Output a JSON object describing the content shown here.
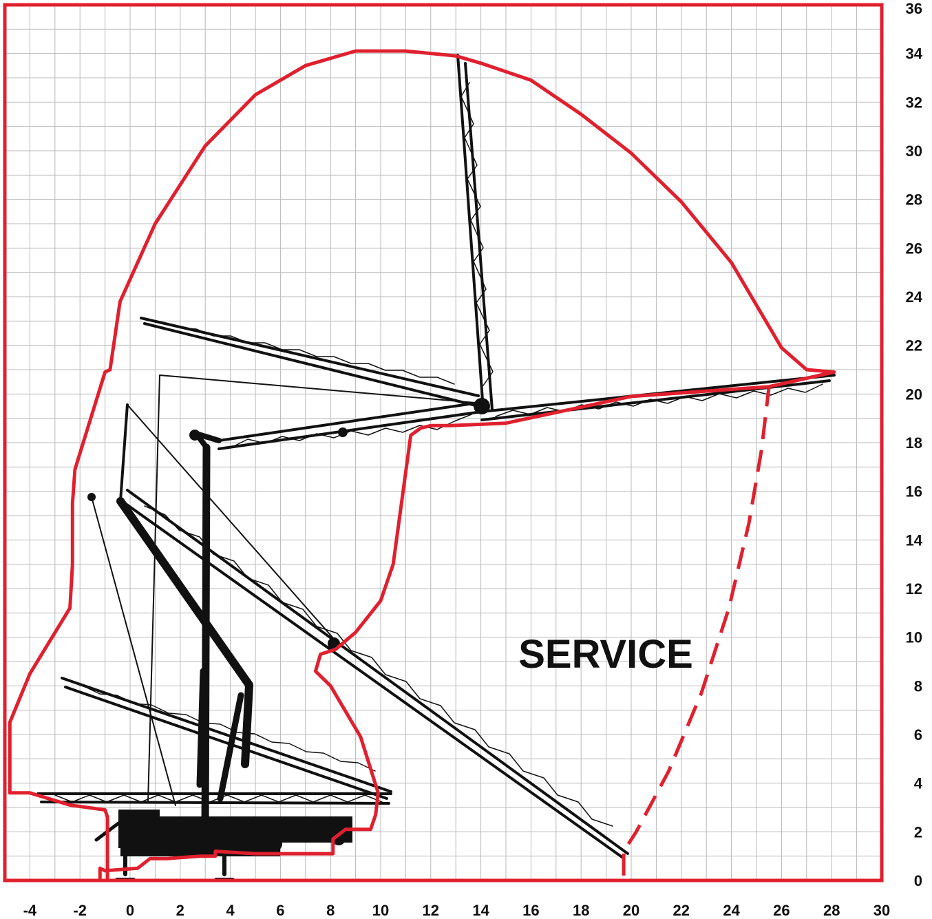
{
  "label": "SERVICE",
  "colors": {
    "envelope": "#e0202e",
    "grid": "#b8b8b8",
    "crane": "#111111",
    "text": "#111111"
  },
  "chart_data": {
    "type": "line",
    "title": "",
    "xlabel": "",
    "ylabel": "",
    "xlim": [
      -5,
      30
    ],
    "ylim": [
      0,
      36
    ],
    "grid": true,
    "x_ticks": [
      "-4",
      "-2",
      "0",
      "2",
      "4",
      "6",
      "8",
      "10",
      "12",
      "14",
      "16",
      "18",
      "20",
      "22",
      "24",
      "26",
      "28",
      "30"
    ],
    "y_ticks": [
      "0",
      "2",
      "4",
      "6",
      "8",
      "10",
      "12",
      "14",
      "16",
      "18",
      "20",
      "22",
      "24",
      "26",
      "28",
      "30",
      "32",
      "34",
      "36"
    ],
    "series": [
      {
        "style": "solid",
        "x": [
          -0.9,
          -0.9,
          -1.0,
          -2.4,
          -4.0,
          -4.8,
          -4.8,
          -4.0,
          -2.4,
          -2.3,
          -2.3,
          -2.2,
          -1.0,
          -0.8,
          -0.4,
          1.0,
          3.0,
          5.0,
          7.0,
          9.0,
          11.0,
          13.0,
          14.0,
          16.0,
          18.0,
          20.0,
          22.0,
          24.0,
          26.0,
          27.0,
          28.1,
          28.1,
          25.5,
          20.0,
          15.0,
          12.8,
          12.0,
          11.6,
          11.2,
          10.5,
          10.0,
          9.0,
          8.2,
          7.6,
          7.4,
          8.0,
          9.2,
          9.9,
          9.8,
          9.6,
          8.6,
          8.1,
          8.1,
          5.0,
          3.4,
          3.4,
          2.8,
          1.5,
          0.8,
          0.3,
          -1.0,
          -1.2,
          -1.2
        ],
        "y": [
          0.1,
          2.6,
          2.9,
          3.1,
          3.6,
          3.6,
          6.5,
          8.5,
          11.2,
          13.0,
          15.5,
          16.9,
          20.9,
          21.0,
          23.8,
          27.0,
          30.2,
          32.3,
          33.5,
          34.1,
          34.1,
          33.9,
          33.6,
          32.9,
          31.5,
          29.9,
          27.9,
          25.4,
          21.9,
          21.0,
          20.9,
          20.9,
          20.3,
          19.9,
          18.8,
          18.7,
          18.7,
          18.6,
          18.3,
          13.0,
          11.5,
          10.2,
          9.5,
          9.3,
          8.6,
          8.0,
          5.9,
          3.6,
          2.7,
          2.1,
          2.1,
          1.7,
          1.1,
          1.1,
          1.2,
          1.0,
          1.0,
          0.9,
          0.9,
          0.5,
          0.4,
          0.5,
          0.1
        ]
      },
      {
        "style": "dashed",
        "x": [
          19.7,
          19.7,
          20.2,
          21.5,
          22.8,
          23.9,
          24.7,
          25.2,
          25.5
        ],
        "y": [
          0.2,
          1.2,
          2.0,
          4.5,
          7.7,
          11.2,
          14.7,
          17.7,
          20.3
        ]
      }
    ]
  }
}
